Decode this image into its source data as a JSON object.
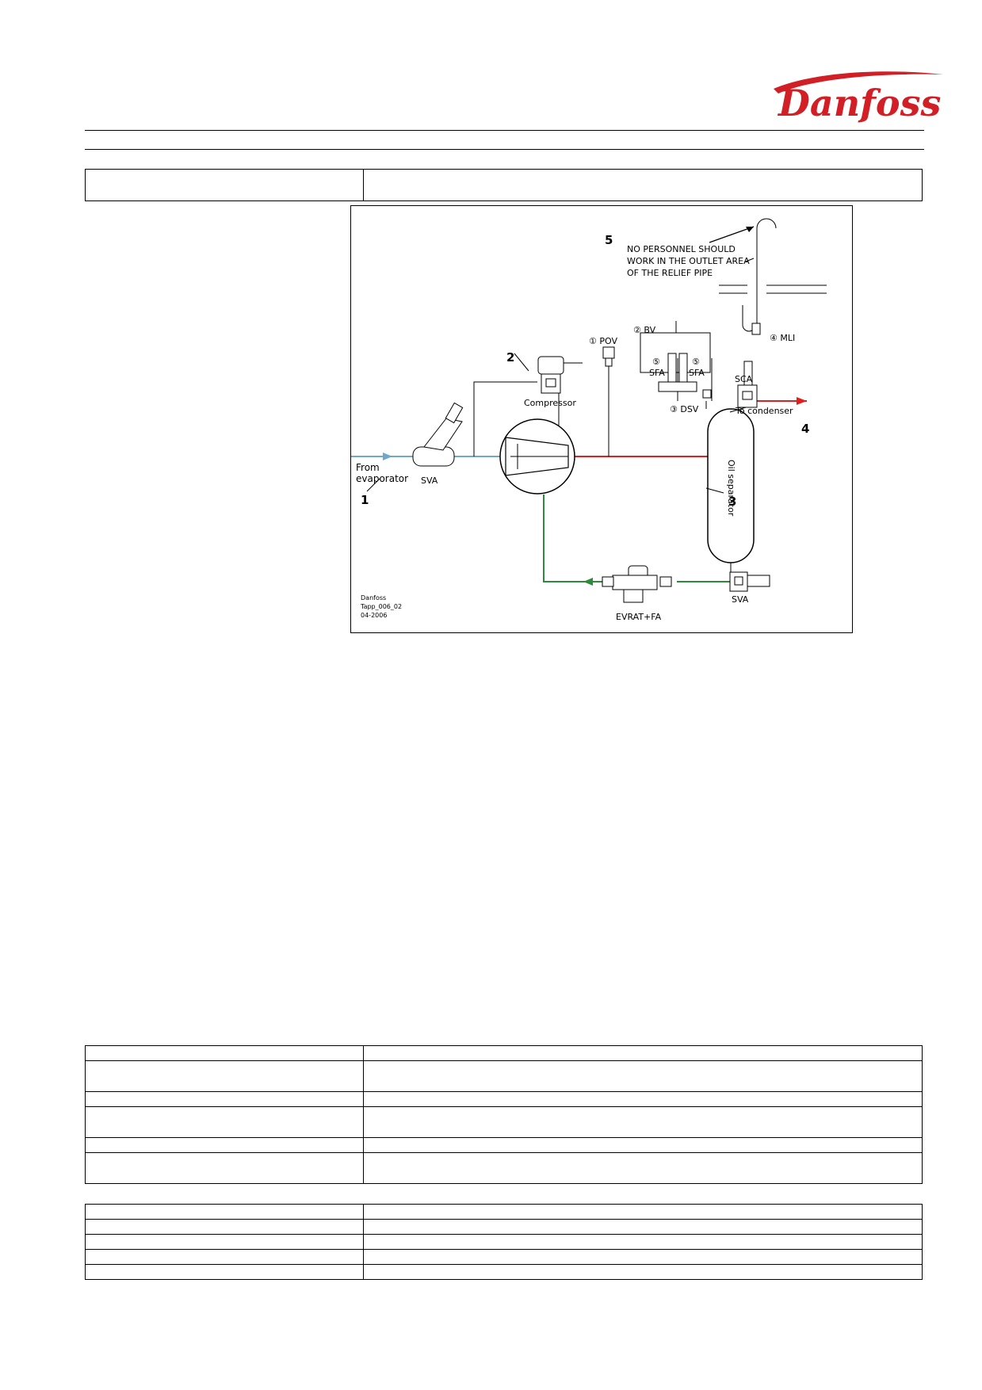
{
  "brand": {
    "logo_text": "Danfoss",
    "color": "#d21f26"
  },
  "header_table": {
    "left": "",
    "right": ""
  },
  "diagram": {
    "labels": {
      "num1": "1",
      "num2": "2",
      "num3": "3",
      "num4": "4",
      "num5": "5",
      "warning_line1": "NO PERSONNEL SHOULD",
      "warning_line2": "WORK IN THE OUTLET AREA",
      "warning_line3": "OF THE RELIEF PIPE",
      "pov": "① POV",
      "bv": "② BV",
      "mli": "④ MLI",
      "sfa_num_a": "⑤",
      "sfa_a": "SFA",
      "sfa_num_b": "⑤",
      "sfa_b": "SFA",
      "sca": "SCA",
      "dsv": "③ DSV",
      "to_condenser": "To condenser",
      "compressor": "Compressor",
      "from": "From",
      "evaporator": "evaporator",
      "sva_inlet": "SVA",
      "oil_separator": "Oil separator",
      "sva_bottom": "SVA",
      "evrat": "EVRAT+FA",
      "footer_line1": "Danfoss",
      "footer_line2": "Tapp_006_02",
      "footer_line3": "04-2006"
    },
    "colors": {
      "suction": "#6fa8c8",
      "discharge": "#e0201c",
      "oil": "#2e8b3a"
    }
  },
  "table_a": [
    {
      "left": "",
      "right": ""
    },
    {
      "left": "",
      "right": ""
    },
    {
      "left": "",
      "right": ""
    },
    {
      "left": "",
      "right": ""
    },
    {
      "left": "",
      "right": ""
    },
    {
      "left": "",
      "right": ""
    }
  ],
  "table_b": [
    {
      "left": "",
      "right": ""
    },
    {
      "left": "",
      "right": ""
    },
    {
      "left": "",
      "right": ""
    },
    {
      "left": "",
      "right": ""
    },
    {
      "left": "",
      "right": ""
    }
  ]
}
